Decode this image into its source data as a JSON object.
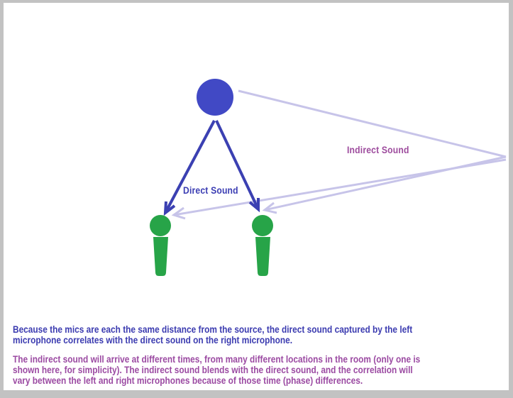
{
  "window": {
    "frame_color": "#c2c2c2",
    "canvas_color": "#ffffff"
  },
  "diagram": {
    "labels": {
      "direct": "Direct Sound",
      "indirect": "Indirect Sound"
    },
    "colors": {
      "source_blue": "#4149c5",
      "arrow_blue": "#3b40b2",
      "indirect_lavender": "#c7c4e9",
      "mic_green": "#27a448",
      "direct_label_blue": "#3b3db3",
      "indirect_label_purple": "#9d4b9d"
    },
    "icons": [
      "sound-source-circle-icon",
      "microphone-left-icon",
      "microphone-right-icon",
      "direct-sound-arrow-left",
      "direct-sound-arrow-right",
      "indirect-sound-path-out",
      "indirect-sound-path-return-left",
      "indirect-sound-path-return-right"
    ]
  },
  "captions": {
    "direct_sound_note": {
      "color": "#3b3bb0",
      "lines": [
        "Because the mics are each the same distance from the source, the direct sound captured by the left",
        "microphone correlates with the direct sound on the right microphone."
      ]
    },
    "indirect_sound_note": {
      "color": "#9b4aa2",
      "lines": [
        "The indirect sound will arrive at different times, from many different locations in the room (only one is",
        "shown here, for simplicity). The indirect sound blends with the direct sound, and the correlation will",
        "vary between the left and right microphones because of those time (phase) differences."
      ]
    }
  }
}
